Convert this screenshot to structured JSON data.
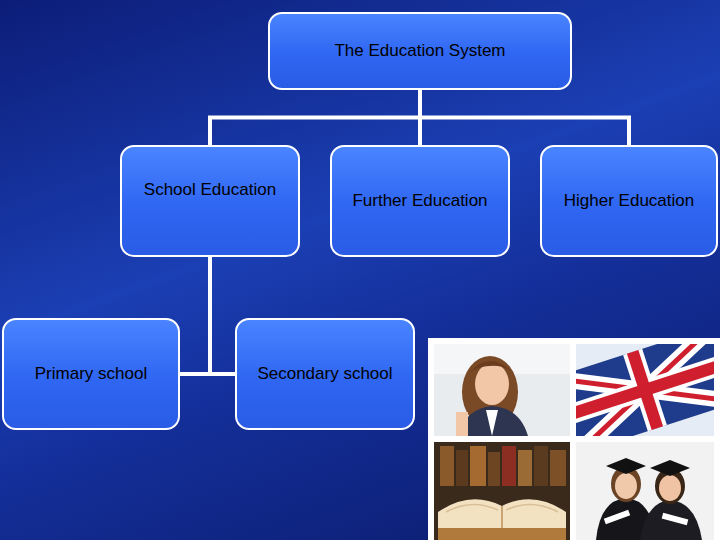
{
  "diagram": {
    "nodes": [
      {
        "text": [
          "The Education System"
        ]
      },
      {
        "text": [
          "School Education"
        ]
      },
      {
        "text": [
          "Further Education"
        ]
      },
      {
        "text": [
          "Higher Education"
        ]
      },
      {
        "text": [
          "Primary school"
        ]
      },
      {
        "text": [
          "Secondary school"
        ]
      }
    ],
    "edges": [
      {
        "from": 0,
        "to": 1,
        "arrow": "none"
      },
      {
        "from": 0,
        "to": 2,
        "arrow": "none"
      },
      {
        "from": 0,
        "to": 3,
        "arrow": "none"
      },
      {
        "from": 1,
        "to": 4,
        "arrow": "none"
      },
      {
        "from": 1,
        "to": 5,
        "arrow": "none"
      }
    ]
  }
}
